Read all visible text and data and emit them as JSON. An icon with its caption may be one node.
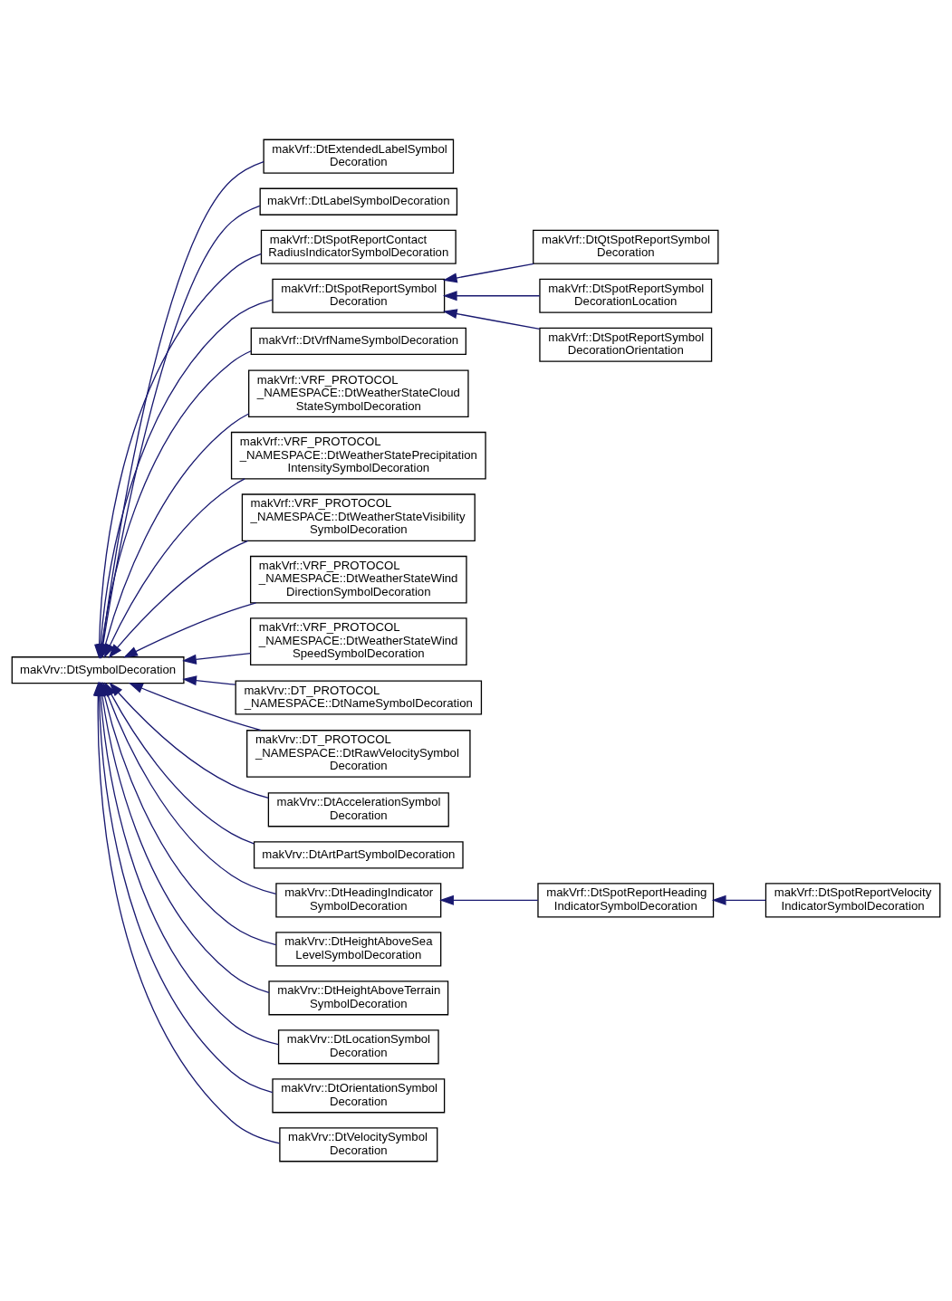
{
  "diagram": {
    "nodes": [
      {
        "text": [
          "makVrv::DtSymbolDecoration"
        ]
      },
      {
        "text": [
          "makVrf::DtExtendedLabelSymbol Decoration"
        ]
      },
      {
        "text": [
          "makVrf::DtLabelSymbolDecoration"
        ]
      },
      {
        "text": [
          "makVrf::DtSpotReportContact RadiusIndicatorSymbolDecoration"
        ]
      },
      {
        "text": [
          "makVrf::DtSpotReportSymbol Decoration"
        ]
      },
      {
        "text": [
          "makVrf::DtQtSpotReportSymbol Decoration"
        ]
      },
      {
        "text": [
          "makVrf::DtSpotReportSymbol DecorationLocation"
        ]
      },
      {
        "text": [
          "makVrf::DtSpotReportSymbol DecorationOrientation"
        ]
      },
      {
        "text": [
          "makVrf::DtVrfNameSymbolDecoration"
        ]
      },
      {
        "text": [
          "makVrf::VRF_PROTOCOL _NAMESPACE::DtWeatherStateCloud StateSymbolDecoration"
        ]
      },
      {
        "text": [
          "makVrf::VRF_PROTOCOL _NAMESPACE::DtWeatherStatePrecipitation IntensitySymbolDecoration"
        ]
      },
      {
        "text": [
          "makVrf::VRF_PROTOCOL _NAMESPACE::DtWeatherStateVisibility SymbolDecoration"
        ]
      },
      {
        "text": [
          "makVrf::VRF_PROTOCOL _NAMESPACE::DtWeatherStateWind DirectionSymbolDecoration"
        ]
      },
      {
        "text": [
          "makVrf::VRF_PROTOCOL _NAMESPACE::DtWeatherStateWind SpeedSymbolDecoration"
        ]
      },
      {
        "text": [
          "makVrv::DT_PROTOCOL _NAMESPACE::DtNameSymbolDecoration"
        ]
      },
      {
        "text": [
          "makVrv::DT_PROTOCOL _NAMESPACE::DtRawVelocitySymbol Decoration"
        ]
      },
      {
        "text": [
          "makVrv::DtAccelerationSymbol Decoration"
        ]
      },
      {
        "text": [
          "makVrv::DtArtPartSymbolDecoration"
        ]
      },
      {
        "text": [
          "makVrv::DtHeadingIndicator SymbolDecoration"
        ]
      },
      {
        "text": [
          "makVrf::DtSpotReportHeading IndicatorSymbolDecoration"
        ]
      },
      {
        "text": [
          "makVrf::DtSpotReportVelocity IndicatorSymbolDecoration"
        ]
      },
      {
        "text": [
          "makVrv::DtHeightAboveSea LevelSymbolDecoration"
        ]
      },
      {
        "text": [
          "makVrv::DtHeightAboveTerrain SymbolDecoration"
        ]
      },
      {
        "text": [
          "makVrv::DtLocationSymbol Decoration"
        ]
      },
      {
        "text": [
          "makVrv::DtOrientationSymbol Decoration"
        ]
      },
      {
        "text": [
          "makVrv::DtVelocitySymbol Decoration"
        ]
      }
    ],
    "edges": [
      {
        "from": 1,
        "to": 0,
        "arrow": "to"
      },
      {
        "from": 2,
        "to": 0,
        "arrow": "to"
      },
      {
        "from": 3,
        "to": 0,
        "arrow": "to"
      },
      {
        "from": 4,
        "to": 0,
        "arrow": "to"
      },
      {
        "from": 5,
        "to": 4,
        "arrow": "to"
      },
      {
        "from": 6,
        "to": 4,
        "arrow": "to"
      },
      {
        "from": 7,
        "to": 4,
        "arrow": "to"
      },
      {
        "from": 8,
        "to": 0,
        "arrow": "to"
      },
      {
        "from": 9,
        "to": 0,
        "arrow": "to"
      },
      {
        "from": 10,
        "to": 0,
        "arrow": "to"
      },
      {
        "from": 11,
        "to": 0,
        "arrow": "to"
      },
      {
        "from": 12,
        "to": 0,
        "arrow": "to"
      },
      {
        "from": 13,
        "to": 0,
        "arrow": "to"
      },
      {
        "from": 14,
        "to": 0,
        "arrow": "to"
      },
      {
        "from": 15,
        "to": 0,
        "arrow": "to"
      },
      {
        "from": 16,
        "to": 0,
        "arrow": "to"
      },
      {
        "from": 17,
        "to": 0,
        "arrow": "to"
      },
      {
        "from": 18,
        "to": 0,
        "arrow": "to"
      },
      {
        "from": 19,
        "to": 18,
        "arrow": "to"
      },
      {
        "from": 20,
        "to": 19,
        "arrow": "to"
      },
      {
        "from": 21,
        "to": 0,
        "arrow": "to"
      },
      {
        "from": 22,
        "to": 0,
        "arrow": "to"
      },
      {
        "from": 23,
        "to": 0,
        "arrow": "to"
      },
      {
        "from": 24,
        "to": 0,
        "arrow": "to"
      },
      {
        "from": 25,
        "to": 0,
        "arrow": "to"
      }
    ]
  }
}
